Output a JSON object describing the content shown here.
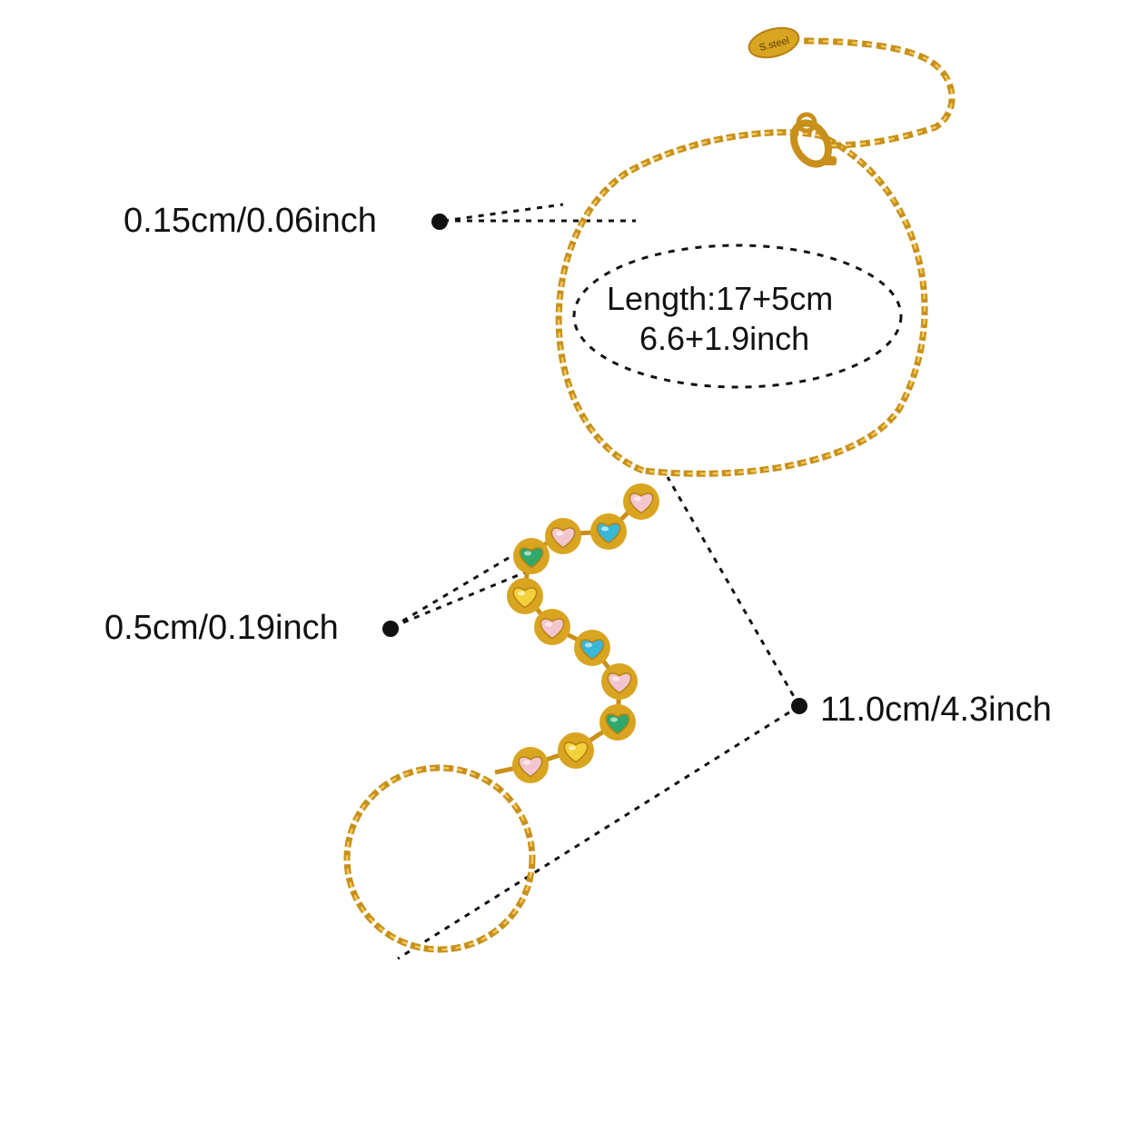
{
  "image": {
    "background": "#ffffff",
    "chain_color": "#d9a520",
    "chain_highlight": "#f4cf5a"
  },
  "annotations": {
    "chain_thickness": "0.15cm/0.06inch",
    "stone_size": "0.5cm/0.19inch",
    "drop_length": "11.0cm/4.3inch",
    "length_line1": "Length:17+5cm",
    "length_line2": "6.6+1.9inch"
  },
  "tag_text": "S.steel",
  "stones": [
    {
      "color": "#f3c6cf"
    },
    {
      "color": "#38b7d6"
    },
    {
      "color": "#f3c6cf"
    },
    {
      "color": "#2fa86a"
    },
    {
      "color": "#f2d13a"
    },
    {
      "color": "#f3c6cf"
    },
    {
      "color": "#38b7d6"
    },
    {
      "color": "#f3c6cf"
    },
    {
      "color": "#2fa86a"
    },
    {
      "color": "#f2d13a"
    },
    {
      "color": "#f3c6cf"
    }
  ]
}
